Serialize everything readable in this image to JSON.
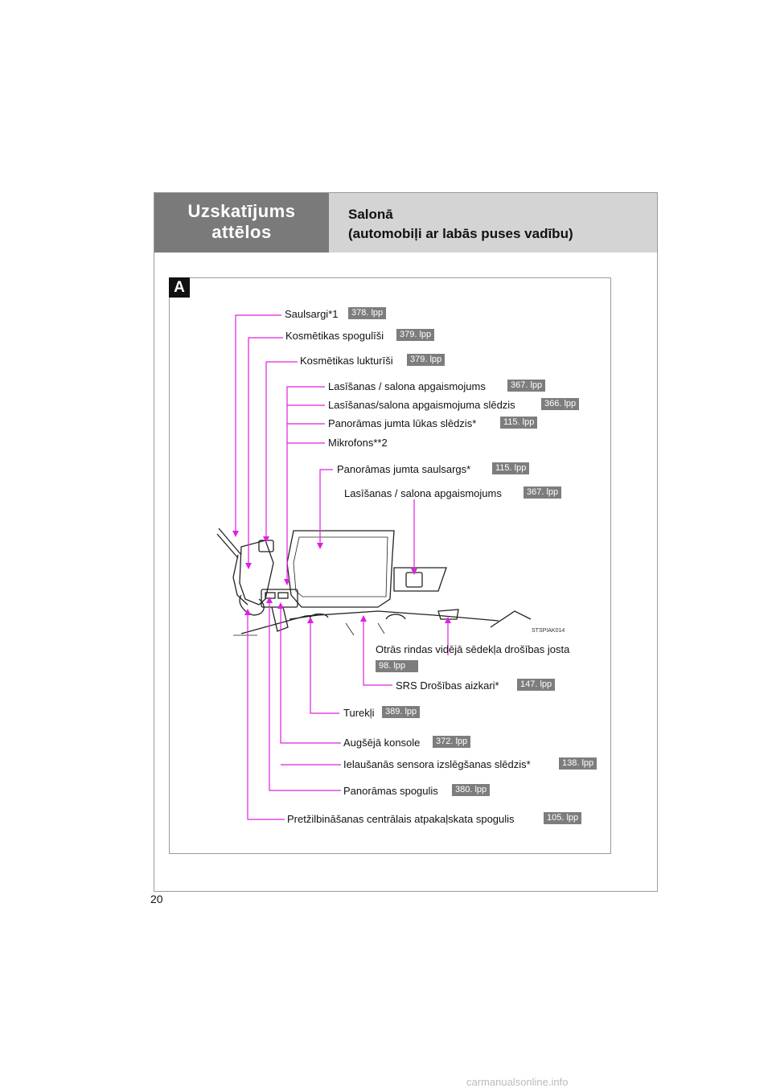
{
  "header": {
    "section_line1": "Uzskatījums",
    "section_line2": "attēlos",
    "title_line1": "Salonā",
    "title_line2": "(automobiļi ar labās puses vadību)"
  },
  "figure": {
    "tag": "A",
    "code": "STSPIAK014",
    "labels": [
      {
        "text": "Saulsargi*1",
        "page": "378. lpp"
      },
      {
        "text": "Kosmētikas spogulīši",
        "page": "379. lpp"
      },
      {
        "text": "Kosmētikas lukturīši",
        "page": "379. lpp"
      },
      {
        "text": "Lasīšanas / salona apgaismojums",
        "page": "367. lpp"
      },
      {
        "text": "Lasīšanas/salona apgaismojuma slēdzis",
        "page": "366. lpp"
      },
      {
        "text": "Panorāmas jumta lūkas slēdzis*",
        "page": "115. lpp"
      },
      {
        "text": "Mikrofons**2",
        "page": ""
      },
      {
        "text": "Panorāmas jumta saulsargs*",
        "page": "115. lpp"
      },
      {
        "text": "Lasīšanas / salona apgaismojums",
        "page": "367. lpp"
      },
      {
        "text": "Otrās rindas vidējā sēdekļa drošības josta",
        "page": "98. lpp"
      },
      {
        "text": "SRS Drošības aizkari*",
        "page": "147. lpp"
      },
      {
        "text": "Turekļi",
        "page": "389. lpp"
      },
      {
        "text": "Augšējā konsole",
        "page": "372. lpp"
      },
      {
        "text": "Ielaušanās sensora izslēgšanas slēdzis*",
        "page": "138. lpp"
      },
      {
        "text": "Panorāmas spogulis",
        "page": "380. lpp"
      },
      {
        "text": "Pretžilbināšanas centrālais atpakaļskata spogulis",
        "page": "105. lpp"
      }
    ]
  },
  "page_number": "20",
  "footer": "carmanualsonline.info",
  "colors": {
    "leader": "#e020e0",
    "header_dark": "#7a7a7a",
    "header_light": "#d4d4d4",
    "page_badge": "#7d7d7d"
  }
}
